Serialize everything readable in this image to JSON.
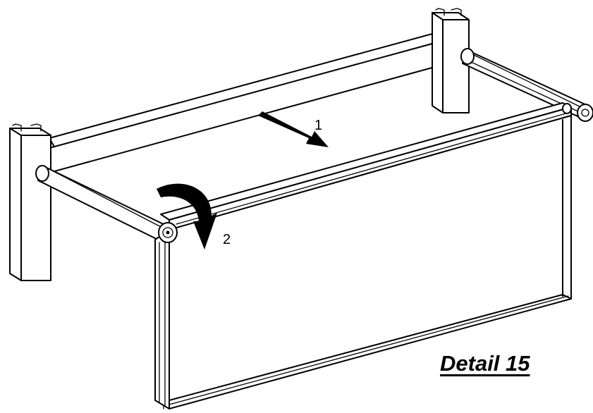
{
  "diagram": {
    "step_labels": [
      "1",
      "2"
    ],
    "caption": "Detail 15"
  }
}
